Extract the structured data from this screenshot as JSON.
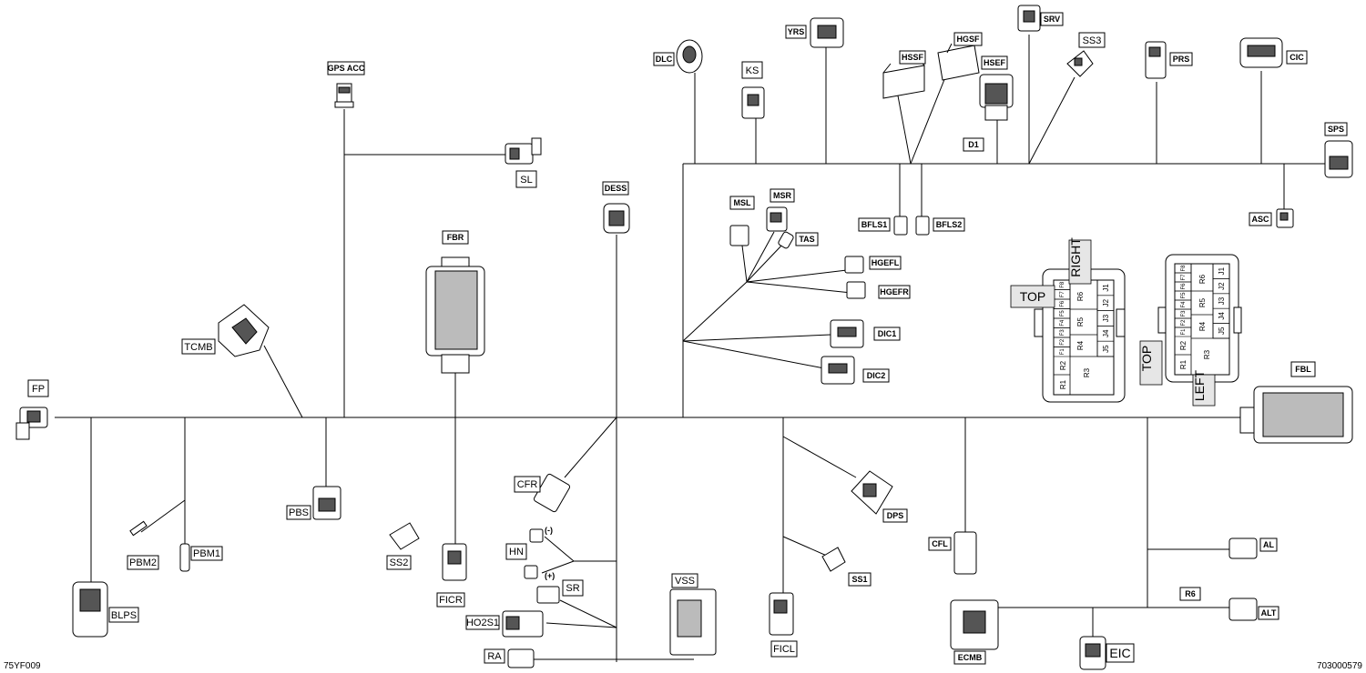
{
  "ids": {
    "left": "75YF009",
    "right": "703000579"
  },
  "labels": {
    "gps_acc": "GPS ACC",
    "sl": "SL",
    "fbr": "FBR",
    "tcmb": "TCMB",
    "fp": "FP",
    "dess": "DESS",
    "dlc": "DLC",
    "ks": "KS",
    "yrs": "YRS",
    "hssf": "HSSF",
    "hgsf": "HGSF",
    "hsef": "HSEF",
    "srv": "SRV",
    "ss3": "SS3",
    "prs": "PRS",
    "cic": "CIC",
    "sps": "SPS",
    "d1": "D1",
    "msl": "MSL",
    "msr": "MSR",
    "tas": "TAS",
    "bfls1": "BFLS1",
    "bfls2": "BFLS2",
    "asc": "ASC",
    "hgefl": "HGEFL",
    "hgefr": "HGEFR",
    "dic1": "DIC1",
    "dic2": "DIC2",
    "fbl": "FBL",
    "blps": "BLPS",
    "pbm2": "PBM2",
    "pbm1": "PBM1",
    "pbs": "PBS",
    "ss2": "SS2",
    "ficr": "FICR",
    "cfr": "CFR",
    "hn": "HN",
    "sr": "SR",
    "ho2s1": "HO2S1",
    "ra": "RA",
    "vss": "VSS",
    "ficl": "FICL",
    "dps": "DPS",
    "ss1": "SS1",
    "cfl": "CFL",
    "ecmb": "ECMB",
    "eic": "EIC",
    "al": "AL",
    "r6": "R6",
    "alt": "ALT",
    "hn_minus": "(-)",
    "hn_plus": "(+)"
  },
  "fuse_box_right": {
    "tags": {
      "top": "TOP",
      "right": "RIGHT"
    },
    "fuses": [
      "F8",
      "F7",
      "F6",
      "F5",
      "F4",
      "F3",
      "F2",
      "F1"
    ],
    "relays_top": [
      "R6",
      "R5",
      "R4"
    ],
    "relays_bottom": [
      "R2",
      "R1",
      "R3"
    ],
    "junctions": [
      "J1",
      "J2",
      "J3",
      "J4",
      "J5"
    ]
  },
  "fuse_box_left": {
    "tags": {
      "top": "TOP",
      "left": "LEFT"
    },
    "fuses": [
      "F8",
      "F7",
      "F6",
      "F5",
      "F4",
      "F3",
      "F2",
      "F1"
    ],
    "relays_top": [
      "R6",
      "R5",
      "R4"
    ],
    "relays_bottom": [
      "R2",
      "R1",
      "R3"
    ],
    "junctions": [
      "J1",
      "J2",
      "J3",
      "J4",
      "J5"
    ]
  }
}
